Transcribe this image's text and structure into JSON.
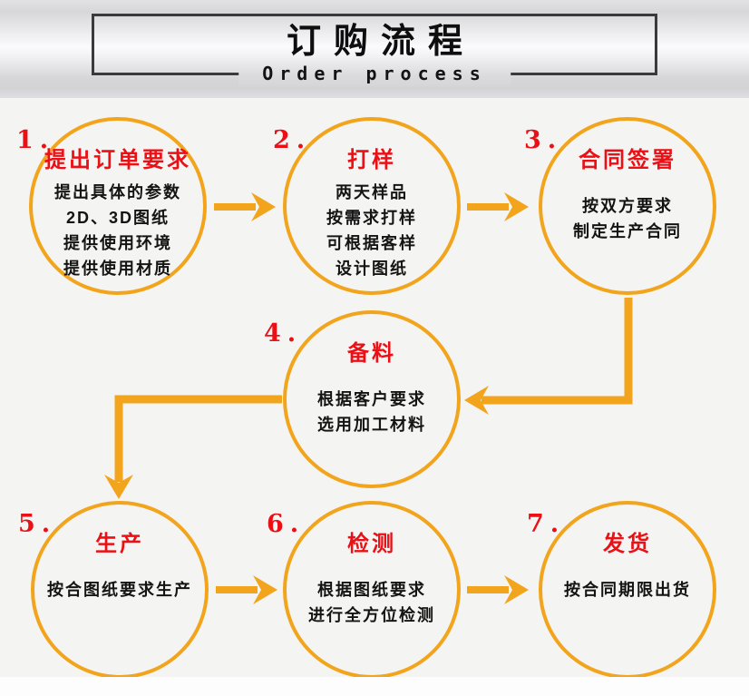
{
  "colors": {
    "background": "#f4f4f2",
    "accent_orange": "#f2a51c",
    "accent_red": "#ea1016",
    "title_box_border": "#3a3a3d"
  },
  "header": {
    "title": "订购流程",
    "subtitle": "Order process"
  },
  "steps": [
    {
      "number": "1.",
      "title": "提出订单要求",
      "lines": [
        "提出具体的参数",
        "2D、3D图纸",
        "提供使用环境",
        "提供使用材质"
      ]
    },
    {
      "number": "2.",
      "title": "打样",
      "lines": [
        "两天样品",
        "按需求打样",
        "可根据客样",
        "设计图纸"
      ]
    },
    {
      "number": "3.",
      "title": "合同签署",
      "lines": [
        "按双方要求",
        "制定生产合同"
      ]
    },
    {
      "number": "4.",
      "title": "备料",
      "lines": [
        "根据客户要求",
        "选用加工材料"
      ]
    },
    {
      "number": "5.",
      "title": "生产",
      "lines": [
        "按合图纸要求生产"
      ]
    },
    {
      "number": "6.",
      "title": "检测",
      "lines": [
        "根据图纸要求",
        "进行全方位检测"
      ]
    },
    {
      "number": "7.",
      "title": "发货",
      "lines": [
        "按合同期限出货"
      ]
    }
  ]
}
